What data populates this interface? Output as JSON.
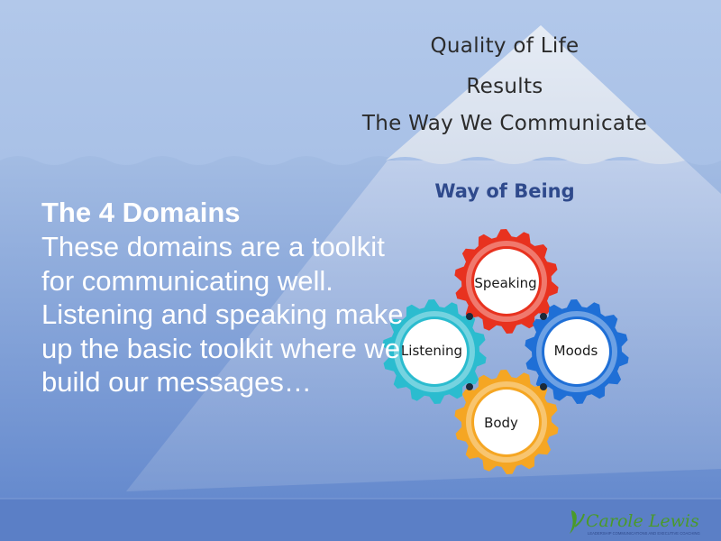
{
  "apex": {
    "lines": [
      "Quality of Life",
      "Results",
      "The Way We Communicate"
    ]
  },
  "way_of_being": "Way of Being",
  "domains": {
    "title": "The 4 Domains",
    "body": "These domains are a toolkit for communicating well. Listening and speaking make up the basic toolkit where we build our messages…"
  },
  "gears": {
    "speaking": "Speaking",
    "listening": "Listening",
    "moods": "Moods",
    "body": "Body"
  },
  "logo": {
    "name": "Carole Lewis",
    "tagline": "LEADERSHIP COMMUNICATIONS AND EXECUTIVE COACHING"
  },
  "colors": {
    "sky_top": "#a9c1e6",
    "sky_bottom": "#8eabdc",
    "sea_top": "#9cb6e0",
    "sea_bottom": "#5a80c8",
    "speaking_gear": "#e8321f",
    "listening_gear": "#2bbccf",
    "moods_gear": "#1f6fd6",
    "body_gear": "#f5a623",
    "logo_green": "#4a9a2a"
  }
}
